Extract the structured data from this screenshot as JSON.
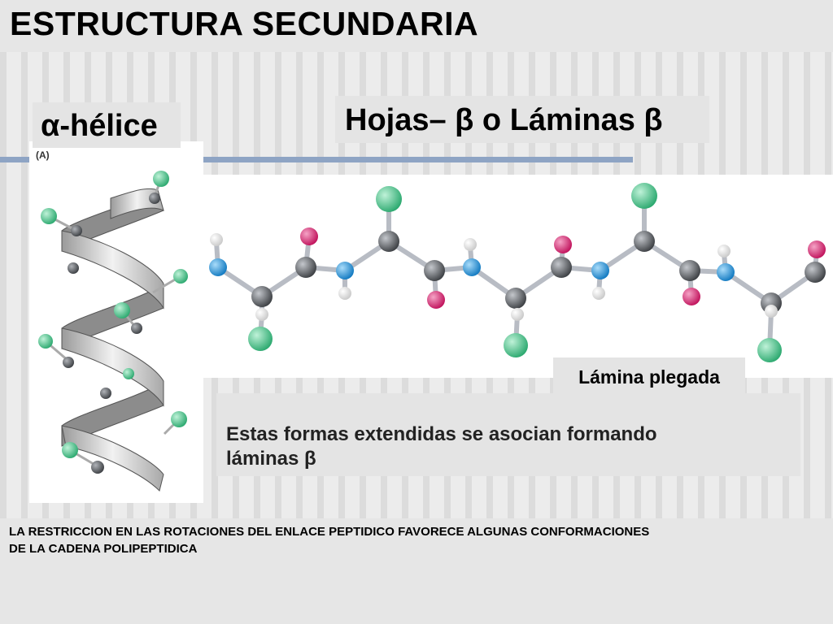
{
  "slide": {
    "title": "ESTRUCTURA  SECUNDARIA",
    "alpha_label": "α-hélice",
    "beta_label": "Hojas– β o Láminas β",
    "panel_tag": "(A)",
    "sheet_caption": "Lámina plegada",
    "description_line1": "Estas formas extendidas se asocian formando",
    "description_line2": "láminas β",
    "footer_line1": "LA RESTRICCION EN LAS ROTACIONES DEL ENLACE PEPTIDICO FAVORECE ALGUNAS CONFORMACIONES",
    "footer_line2": "DE LA CADENA POLIPEPTIDICA"
  },
  "colors": {
    "carbon": "#5a5d62",
    "nitrogen": "#1e8fd6",
    "oxygen": "#d81b6a",
    "hydrogen": "#ffffff",
    "side_chain": "#3dbf86",
    "bond": "#b8bcc4",
    "divider": "#8ea4c4"
  }
}
